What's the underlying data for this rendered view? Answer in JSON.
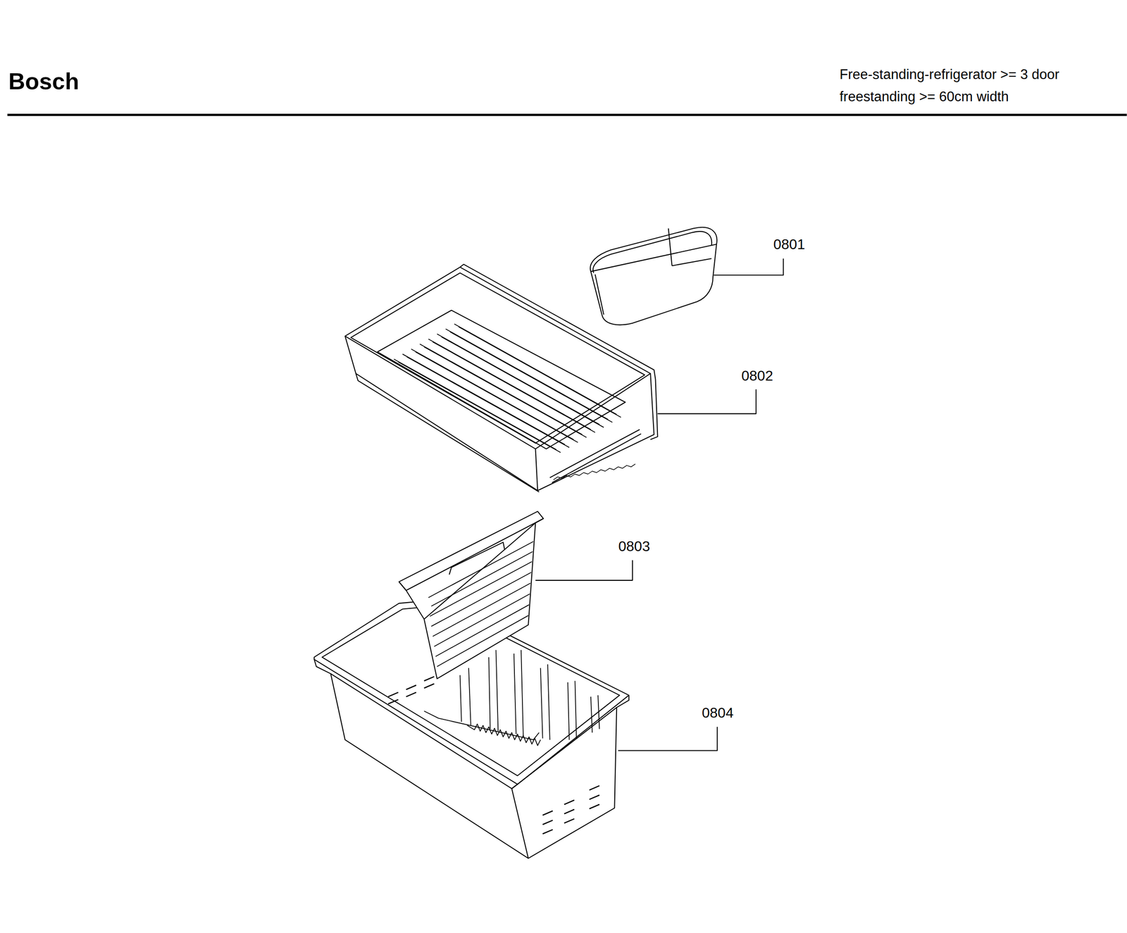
{
  "diagram": {
    "title": "Bosch",
    "labels": [
      "Free-standing-refrigerator >= 3 door freestanding >= 60cm width",
      "0801",
      "0802",
      "0803",
      "0804"
    ]
  }
}
